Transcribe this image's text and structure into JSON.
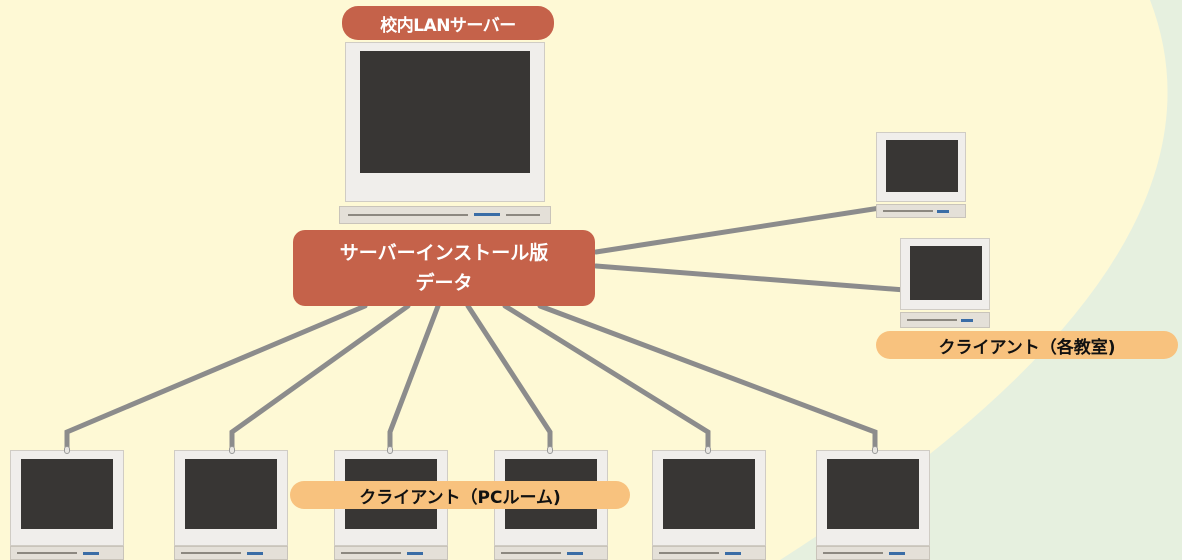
{
  "server": {
    "label": "校内LANサーバー",
    "data_box_line1": "サーバーインストール版",
    "data_box_line2": "データ"
  },
  "clients": {
    "classroom_label": "クライアント（各教室)",
    "pcroom_label": "クライアント（PCルーム)"
  },
  "colors": {
    "background": "#fef9d5",
    "curve": "#e6f0df",
    "link": "#8c8c8c",
    "server_label": "#c5624a",
    "client_label": "#f8c27e"
  }
}
